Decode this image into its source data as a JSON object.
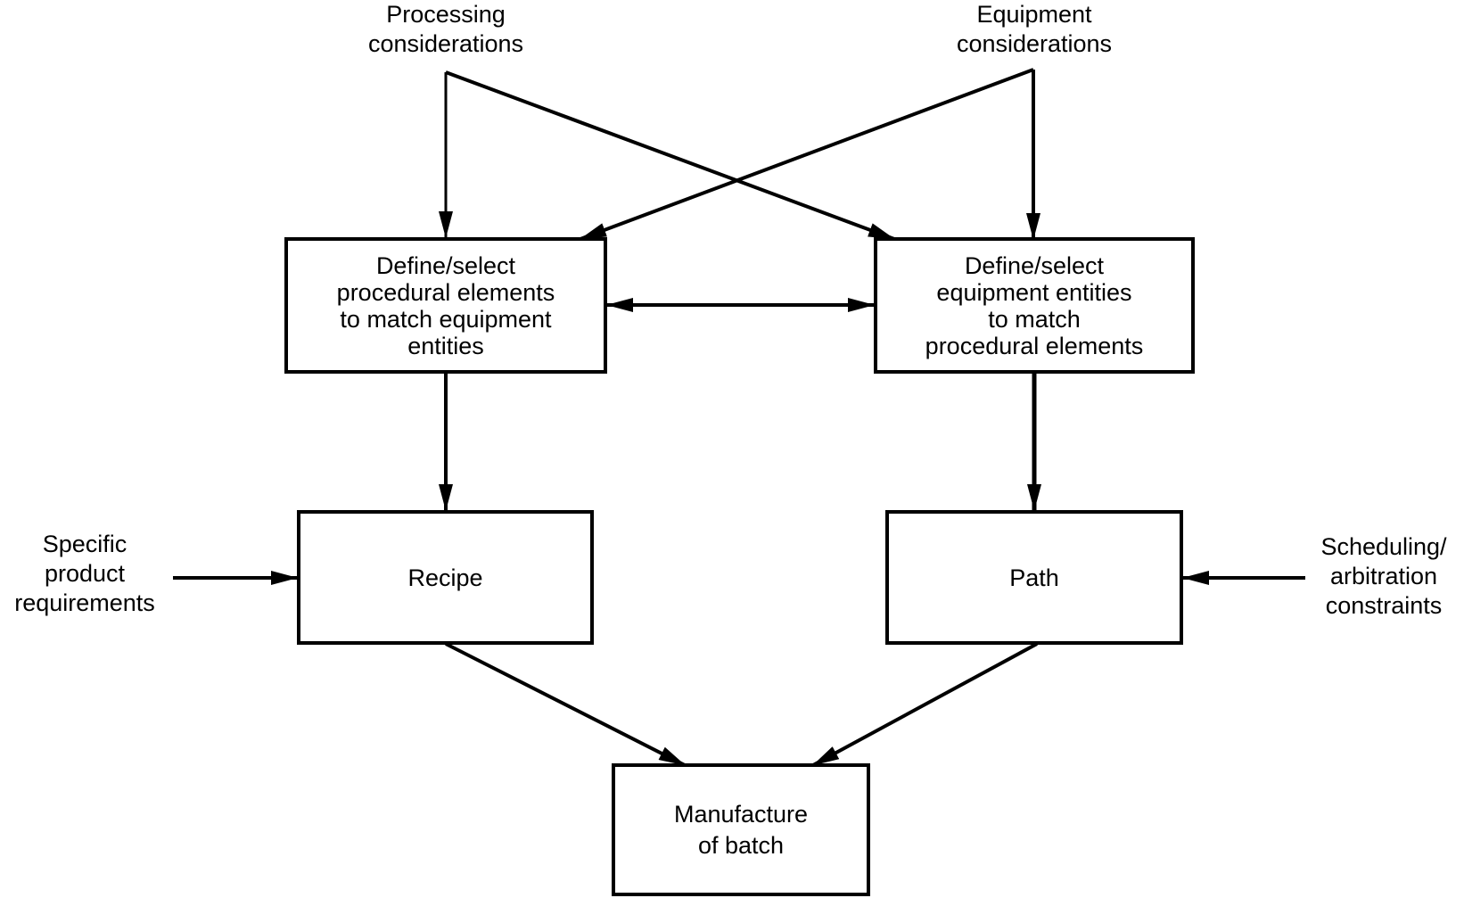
{
  "diagram": {
    "title": "",
    "inputs": {
      "processing": "Processing\nconsiderations",
      "equipment": "Equipment\nconsiderations",
      "product_requirements": "Specific\nproduct\nrequirements",
      "scheduling": "Scheduling/\narbitration\nconstraints"
    },
    "nodes": {
      "procedural": "Define/select\nprocedural elements\nto match equipment\nentities",
      "equipment_entities": "Define/select\nequipment entities\nto match\nprocedural elements",
      "recipe": "Recipe",
      "path": "Path",
      "manufacture": "Manufacture\nof batch"
    },
    "edges": [
      {
        "from": "processing",
        "to": "procedural"
      },
      {
        "from": "processing",
        "to": "equipment_entities"
      },
      {
        "from": "equipment",
        "to": "equipment_entities"
      },
      {
        "from": "equipment",
        "to": "procedural"
      },
      {
        "from": "procedural",
        "to": "equipment_entities",
        "bidirectional": true
      },
      {
        "from": "procedural",
        "to": "recipe"
      },
      {
        "from": "equipment_entities",
        "to": "path"
      },
      {
        "from": "product_requirements",
        "to": "recipe"
      },
      {
        "from": "scheduling",
        "to": "path"
      },
      {
        "from": "recipe",
        "to": "manufacture"
      },
      {
        "from": "path",
        "to": "manufacture"
      }
    ]
  }
}
